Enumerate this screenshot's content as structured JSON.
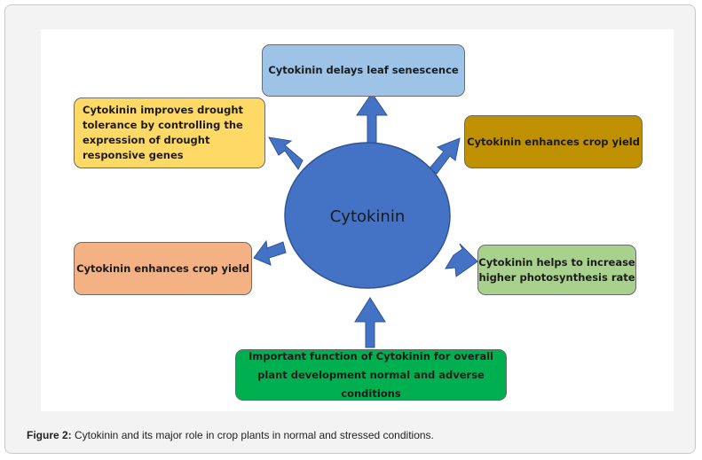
{
  "center_label": "Cytokinin",
  "boxes": {
    "top": "Cytokinin delays leaf senescence",
    "upper_left": "Cytokinin improves drought tolerance by controlling the expression of drought responsive genes",
    "upper_right": "Cytokinin enhances crop yield",
    "lower_left": "Cytokinin enhances crop yield",
    "lower_right": "Cytokinin helps to increase higher photosynthesis rate",
    "bottom": "Important function of Cytokinin for overall plant development normal and adverse conditions"
  },
  "caption": {
    "label": "Figure 2:",
    "text": " Cytokinin and its major role in crop plants in normal and stressed conditions."
  },
  "colors": {
    "circle": "#4472c4",
    "arrow": "#4472c4",
    "top": "#9dc3e6",
    "upper_left": "#ffd966",
    "upper_right": "#bf9000",
    "lower_left": "#f4b183",
    "lower_right": "#a9d18e",
    "bottom": "#00b050"
  }
}
